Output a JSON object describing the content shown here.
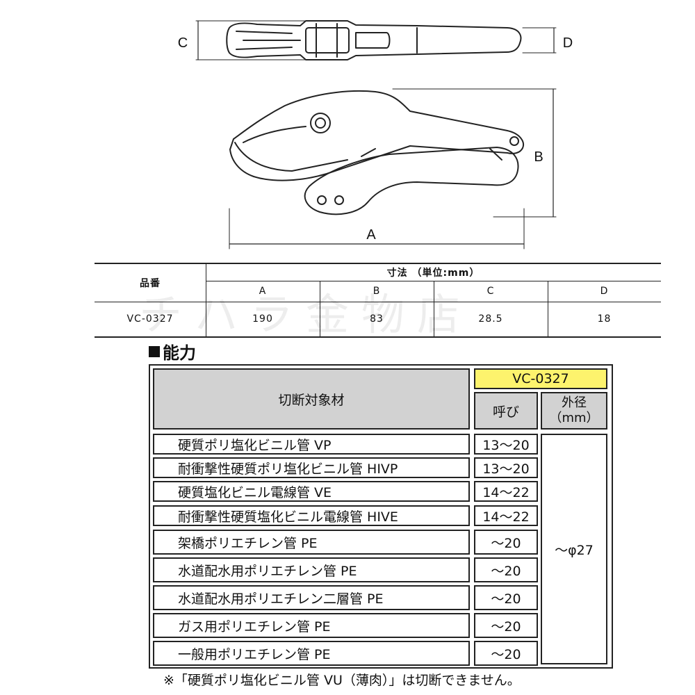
{
  "diagram": {
    "labels": {
      "a": "A",
      "b": "B",
      "c": "C",
      "d": "D"
    }
  },
  "dimension_table": {
    "product_header": "品番",
    "dims_header": "寸法 （単位:mm）",
    "columns": [
      "A",
      "B",
      "C",
      "D"
    ],
    "product": "VC-0327",
    "values": [
      "190",
      "83",
      "28.5",
      "18"
    ]
  },
  "watermark": "チハラ金物店",
  "capability": {
    "title": "能力",
    "material_header": "切断対象材",
    "model": "VC-0327",
    "nominal_header": "呼び",
    "od_header_line1": "外径",
    "od_header_line2": "（mm）",
    "od_value": "～φ27",
    "rows": [
      {
        "material": "硬質ポリ塩化ビニル管  VP",
        "nominal": "13～20"
      },
      {
        "material": "耐衝撃性硬質ポリ塩化ビニル管  HIVP",
        "nominal": "13～20"
      },
      {
        "material": "硬質塩化ビニル電線管  VE",
        "nominal": "14～22"
      },
      {
        "material": "耐衝撃性硬質塩化ビニル電線管  HIVE",
        "nominal": "14～22"
      },
      {
        "material": "架橋ポリエチレン管  PE",
        "nominal": "～20"
      },
      {
        "material": "水道配水用ポリエチレン管  PE",
        "nominal": "～20"
      },
      {
        "material": "水道配水用ポリエチレン二層管  PE",
        "nominal": "～20"
      },
      {
        "material": "ガス用ポリエチレン管  PE",
        "nominal": "～20"
      },
      {
        "material": "一般用ポリエチレン管  PE",
        "nominal": "～20"
      }
    ],
    "note": "※「硬質ポリ塩化ビニル管  VU（薄肉）」は切断できません。"
  },
  "colors": {
    "model_highlight": "#fdf36d",
    "header_gray": "#d2d2d2",
    "line": "#222222"
  }
}
